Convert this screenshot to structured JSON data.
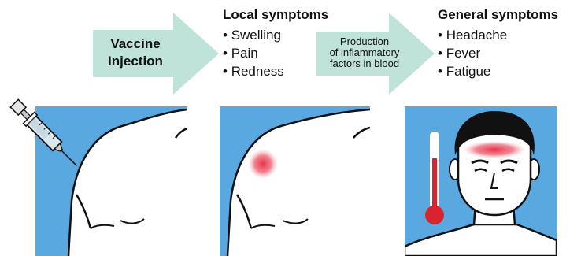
{
  "arrow1": {
    "line1": "Vaccine",
    "line2": "Injection"
  },
  "local": {
    "heading": "Local symptoms",
    "items": [
      "Swelling",
      "Pain",
      "Redness"
    ]
  },
  "arrow2": {
    "line1": "Production",
    "line2": "of inflammatory",
    "line3": "factors in blood"
  },
  "general": {
    "heading": "General symptoms",
    "items": [
      "Headache",
      "Fever",
      "Fatigue"
    ]
  },
  "colors": {
    "arrow_fill": "#bfe3d8",
    "panel_blue": "#5aa8e0",
    "redness": "#e8334a",
    "thermometer_red": "#d9232e"
  }
}
